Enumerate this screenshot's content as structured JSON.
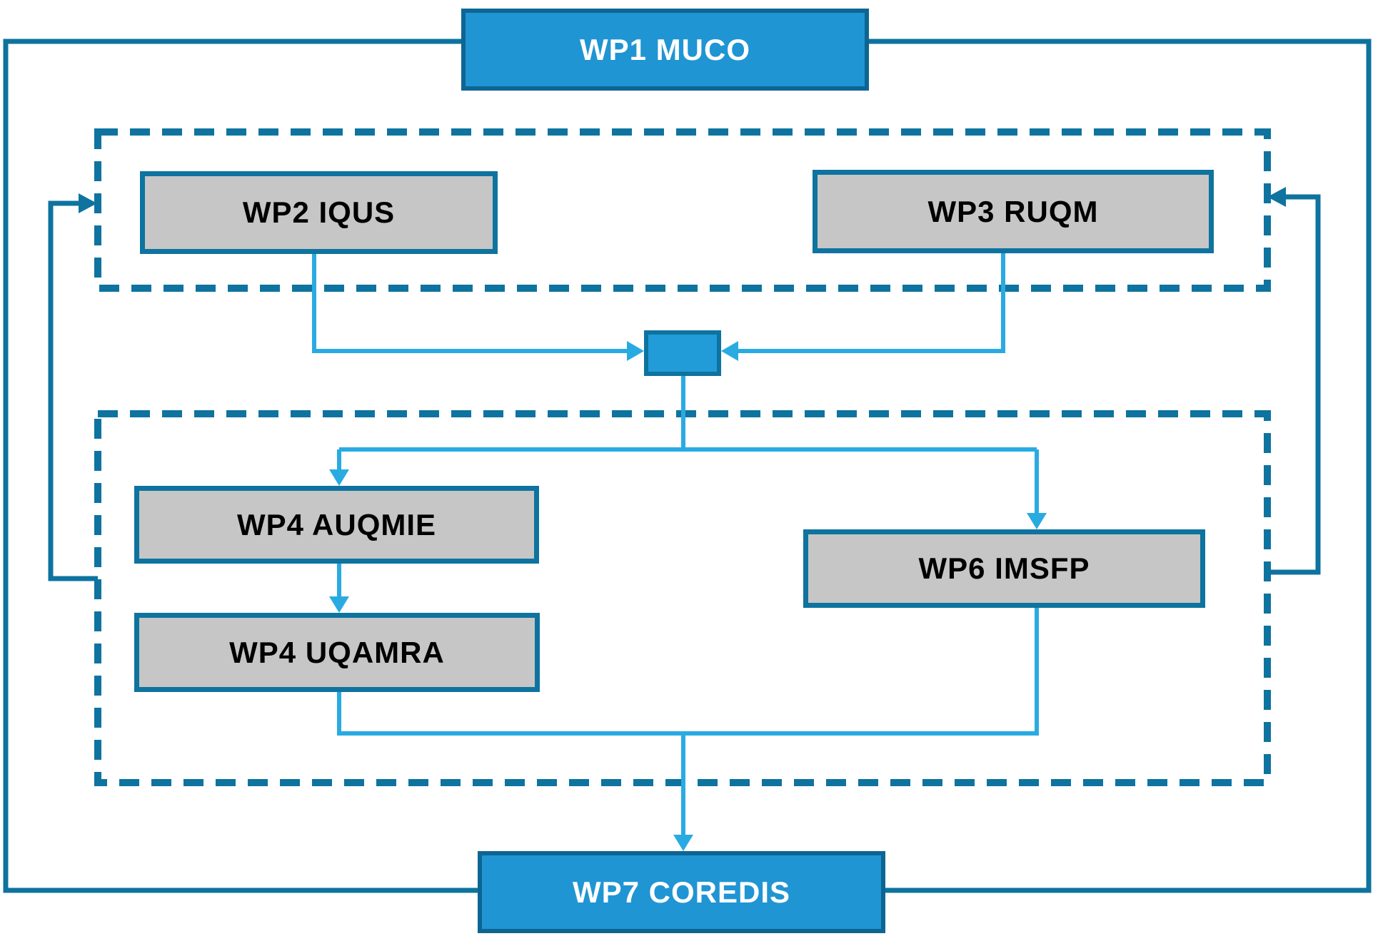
{
  "diagram": {
    "title_node": {
      "label": "WP1 MUCO"
    },
    "nodes": {
      "wp1": {
        "label": "WP1 MUCO"
      },
      "wp2": {
        "label": "WP2 IQUS"
      },
      "wp3": {
        "label": "WP3 RUQM"
      },
      "wp4a": {
        "label": "WP4 AUQMIE"
      },
      "wp4b": {
        "label": "WP4 UQAMRA"
      },
      "wp6": {
        "label": "WP6 IMSFP"
      },
      "wp7": {
        "label": "WP7 COREDIS"
      }
    },
    "colors": {
      "blue_node_fill": "#2095d3",
      "blue_node_border": "#0d6593",
      "junction_fill": "#219cd9",
      "gray_node_fill": "#c6c6c6",
      "gray_node_text": "#000000",
      "blue_node_text": "#ffffff",
      "frame_and_dashed_border": "#0e739f",
      "light_blue_arrows": "#29abe2",
      "background": "#ffffff"
    }
  }
}
